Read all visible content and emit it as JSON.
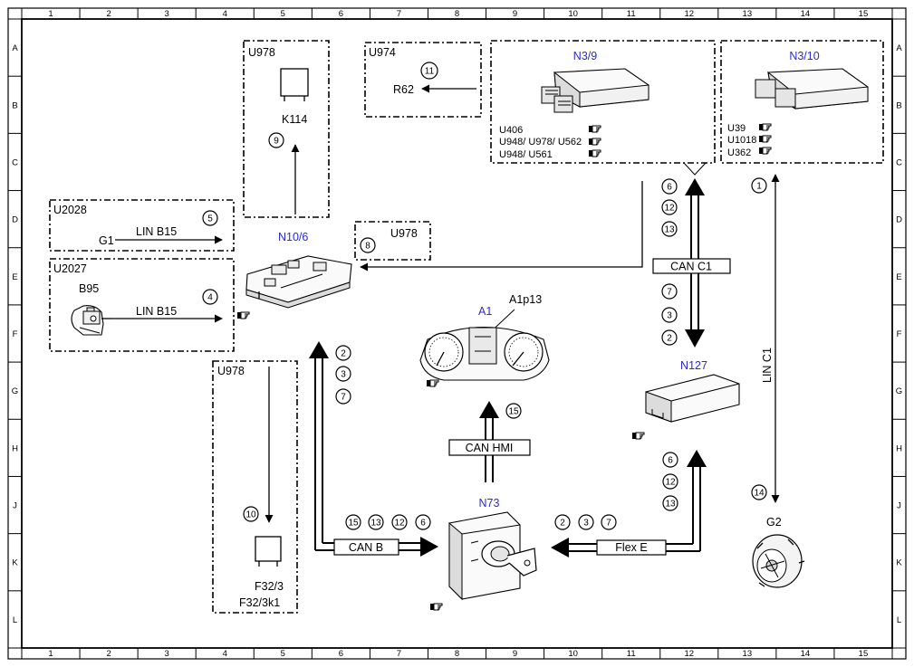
{
  "frame": {
    "columns": [
      "1",
      "2",
      "3",
      "4",
      "5",
      "6",
      "7",
      "8",
      "9",
      "10",
      "11",
      "12",
      "13",
      "14",
      "15"
    ],
    "rows": [
      "A",
      "B",
      "C",
      "D",
      "E",
      "F",
      "G",
      "H",
      "J",
      "K",
      "L"
    ]
  },
  "boxes": {
    "u978_top": "U978",
    "u974": "U974",
    "u2028": "U2028",
    "u2027": "U2027",
    "u978_mid": "U978",
    "u978_bot": "U978"
  },
  "components": {
    "n3_9": "N3/9",
    "n3_10": "N3/10",
    "n10_6": "N10/6",
    "a1": "A1",
    "a1p13": "A1p13",
    "n127": "N127",
    "n73": "N73",
    "k114": "K114",
    "r62": "R62",
    "g1": "G1",
    "b95": "B95",
    "g2": "G2",
    "f32_3": "F32/3",
    "f32_3k1": "F32/3k1"
  },
  "refs": {
    "n3_9": [
      "U406",
      "U948/ U978/ U562",
      "U948/ U561"
    ],
    "n3_10": [
      "U39",
      "U1018",
      "U362"
    ]
  },
  "buses": {
    "lin_b15_top": "LIN B15",
    "lin_b15_bottom": "LIN B15",
    "can_c1": "CAN C1",
    "lin_c1": "LIN C1",
    "can_hmi": "CAN HMI",
    "can_b": "CAN B",
    "flex_e": "Flex E"
  },
  "badges": {
    "k114": "9",
    "r62": "11",
    "g1": "5",
    "b95": "4",
    "u978_mid": "8",
    "can_c1_up": [
      "6",
      "12",
      "13"
    ],
    "can_c1_down": [
      "7",
      "3",
      "2"
    ],
    "lin_c1_top": "1",
    "lin_c1_bottom": "14",
    "can_b_up": [
      "2",
      "3",
      "7"
    ],
    "can_b_row": [
      "15",
      "13",
      "12",
      "6"
    ],
    "f32": "10",
    "can_hmi": "15",
    "flex_e_row": [
      "2",
      "3",
      "7"
    ],
    "flex_e_up": [
      "6",
      "12",
      "13"
    ]
  },
  "icons": {
    "reference": "pointing-hand-icon"
  }
}
